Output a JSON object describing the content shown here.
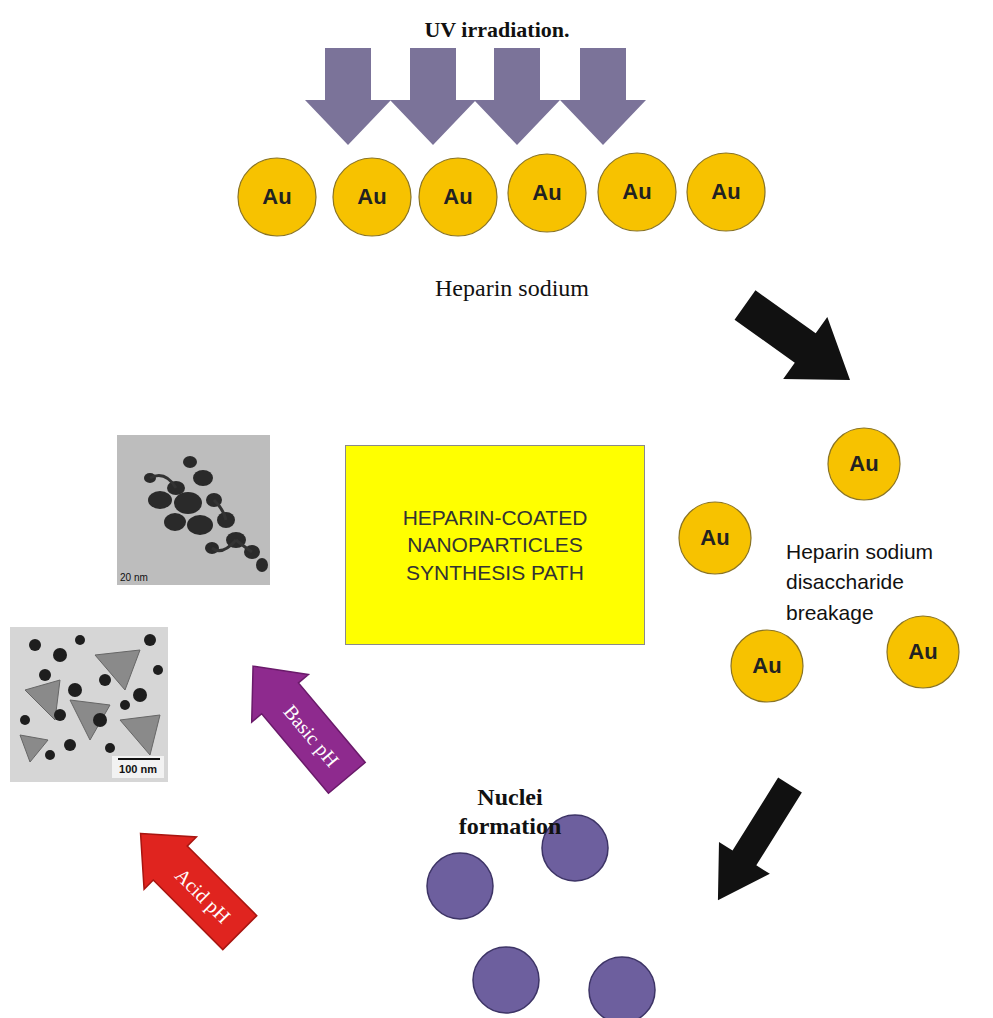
{
  "diagram": {
    "nodes": [
      {
        "text": [
          "Au"
        ]
      },
      {
        "text": [
          "Au"
        ]
      },
      {
        "text": [
          "Au"
        ]
      },
      {
        "text": [
          "Au"
        ]
      },
      {
        "text": [
          "Au"
        ]
      },
      {
        "text": [
          "Au"
        ]
      },
      {
        "text": [
          "Au"
        ]
      },
      {
        "text": [
          "Au"
        ]
      },
      {
        "text": [
          "Au"
        ]
      },
      {
        "text": [
          "Au"
        ]
      },
      {
        "text": [
          "HEPARIN-COATED NANOPARTICLES SYNTHESIS PATH"
        ]
      },
      {
        "text": [
          "Basic pH"
        ]
      },
      {
        "text": [
          "Acid pH"
        ]
      }
    ],
    "labels": [
      "UV irradiation.",
      "Heparin sodium",
      "Heparin sodium disaccharide breakage",
      "Nuclei formation",
      "20 nm",
      "100 nm"
    ]
  }
}
